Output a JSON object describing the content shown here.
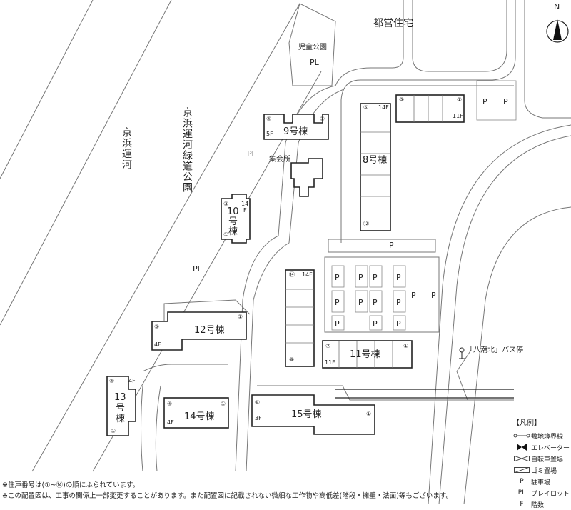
{
  "map": {
    "north_label": "N",
    "area_labels": {
      "public_housing": "都営住宅",
      "childrens_park": "児童公園",
      "canal": "京浜運河",
      "canal_green_park": "京浜運河緑道公園",
      "meeting_hall": "集会所",
      "bus_stop": "「八潮北」バス停"
    },
    "buildings": [
      {
        "id": "8",
        "name": "8号棟",
        "floors": "14F",
        "units": [
          "⑥",
          "⑫"
        ]
      },
      {
        "id": "9",
        "name": "9号棟",
        "floors": "5F",
        "units": [
          "④",
          "①"
        ]
      },
      {
        "id": "10",
        "name_line1": "10",
        "name_line2": "号",
        "name_line3": "棟",
        "floors": "14",
        "floors_f": "F",
        "units": [
          "③",
          "①"
        ]
      },
      {
        "id": "11",
        "name": "11号棟",
        "floors": "11F",
        "units": [
          "⑦",
          "①"
        ]
      },
      {
        "id": "12",
        "name": "12号棟",
        "floors": "4F",
        "units": [
          "⑥",
          "①"
        ]
      },
      {
        "id": "13",
        "name_line1": "13",
        "name_line2": "号",
        "name_line3": "棟",
        "floors": "4F",
        "units": [
          "④",
          "①"
        ]
      },
      {
        "id": "14",
        "name": "14号棟",
        "floors": "4F",
        "units": [
          "④",
          "①"
        ]
      },
      {
        "id": "15",
        "name": "15号棟",
        "floors": "3F",
        "units": [
          "⑧",
          "①"
        ]
      },
      {
        "id": "north",
        "name": "",
        "floors": "11F",
        "units": [
          "⑤",
          "①"
        ]
      },
      {
        "id": "center",
        "name": "",
        "floors": "14F",
        "units": [
          "⑭",
          "⑧"
        ]
      }
    ],
    "markers": {
      "parking": "P",
      "playlot": "PL"
    }
  },
  "legend": {
    "title": "【凡例】",
    "items": [
      {
        "symbol": "○——○",
        "label": "敷地境界線"
      },
      {
        "symbol": "elevator",
        "label": "エレベーター"
      },
      {
        "symbol": "bicycle",
        "label": "自転車置場"
      },
      {
        "symbol": "garbage",
        "label": "ゴミ置場"
      },
      {
        "symbol": "P",
        "label": "駐車場"
      },
      {
        "symbol": "PL",
        "label": "プレイロット"
      },
      {
        "symbol": "F",
        "label": "階数"
      }
    ]
  },
  "notes": [
    "※住戸番号は(①~⑭)の順にふられています。",
    "※この配置図は、工事の関係上一部変更することがあります。また配置図に記載されない微細な工作物や高低差(階段・擁壁・法面)等もございます。"
  ]
}
